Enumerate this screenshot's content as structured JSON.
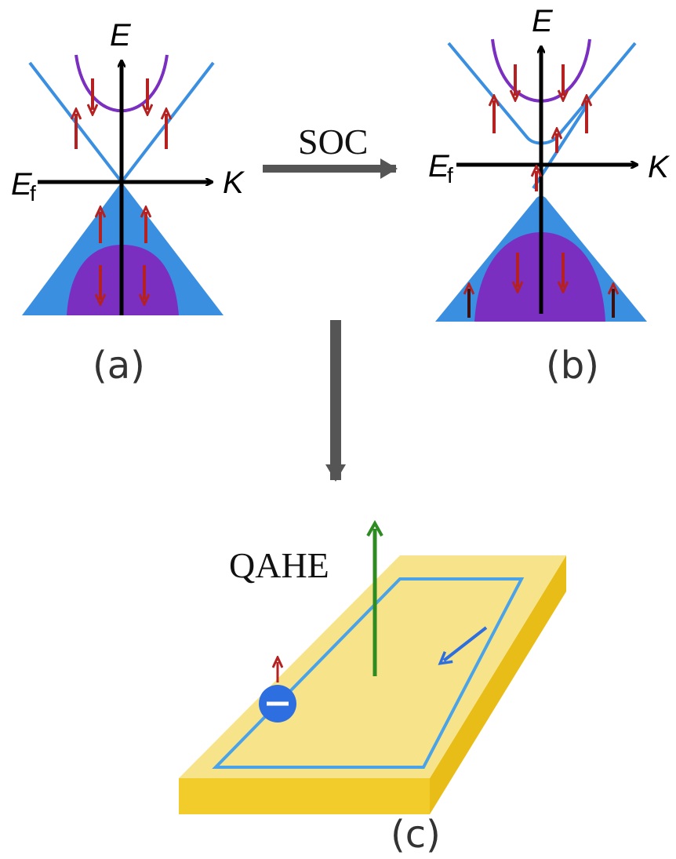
{
  "panels": {
    "a": {
      "label": "(a)",
      "axis_y_label": "E",
      "axis_x_label": "K",
      "fermi_label": "E",
      "fermi_sub": "f"
    },
    "b": {
      "label": "(b)",
      "axis_y_label": "E",
      "axis_x_label": "K",
      "fermi_label": "E",
      "fermi_sub": "f"
    },
    "c": {
      "label": "(c)",
      "title": "QAHE"
    }
  },
  "arrows": {
    "horizontal_label": "SOC"
  },
  "colors": {
    "band_blue": "#3a8fe0",
    "band_purple": "#7a2fc0",
    "spin_red": "#b52020",
    "arrow_gray": "#555555",
    "slab_top": "#f7e48a",
    "slab_side": "#f1cc2a",
    "edge_blue": "#4aa3e8",
    "field_green": "#2e8b22",
    "electron_blue": "#2d6fe0"
  }
}
